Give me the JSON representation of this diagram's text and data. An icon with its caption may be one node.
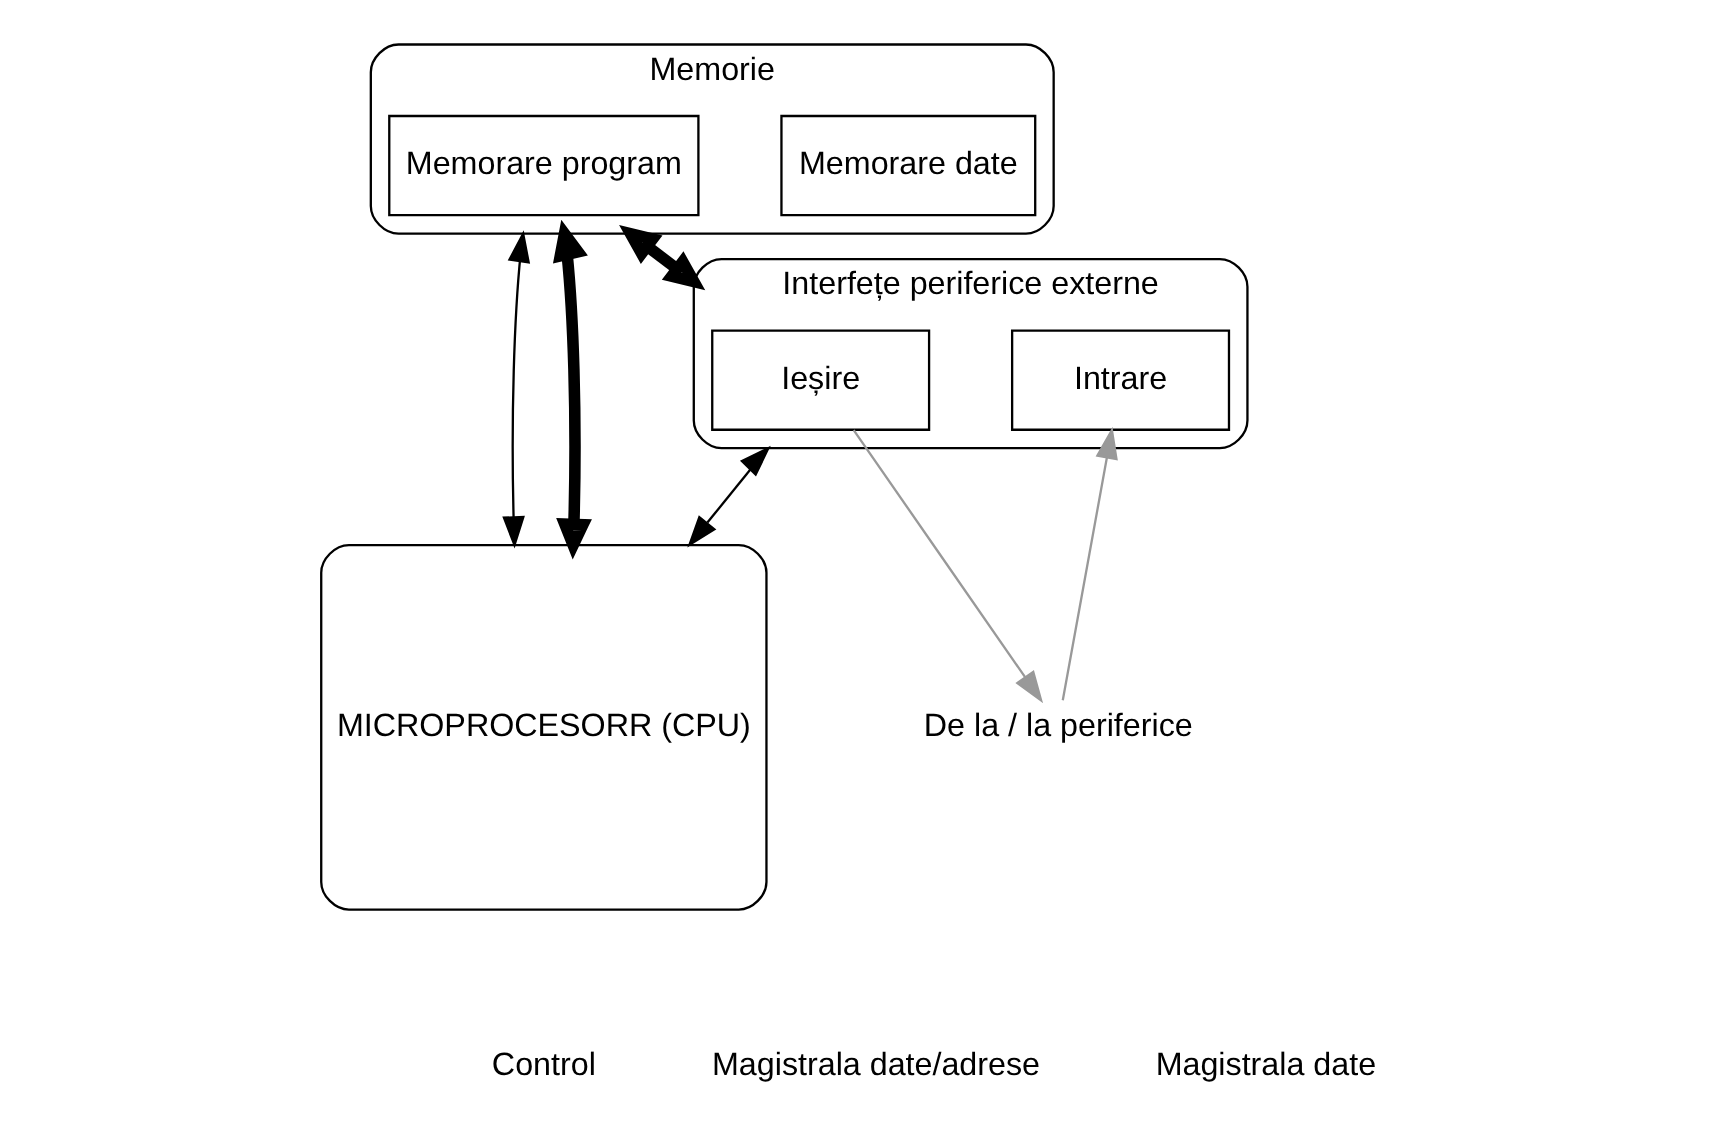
{
  "diagram": {
    "nodes": [
      {
        "text": [
          "Memorie"
        ]
      },
      {
        "text": [
          "Memorare program"
        ],
        "in": 0
      },
      {
        "text": [
          "Memorare date"
        ],
        "in": 0
      },
      {
        "text": [
          "MICROPROCESORR (CPU)"
        ]
      },
      {
        "text": [
          "Interfețe periferice externe"
        ]
      },
      {
        "text": [
          "Ieșire"
        ],
        "in": 4
      },
      {
        "text": [
          "Intrare"
        ],
        "in": 4
      },
      {
        "text": [
          "De la / la periferice"
        ]
      }
    ],
    "edges": [
      {
        "from": 0,
        "to": 3,
        "arrow": "both"
      },
      {
        "from": 0,
        "to": 3,
        "arrow": "both",
        "style": "thick"
      },
      {
        "from": 0,
        "to": 4,
        "arrow": "both",
        "style": "thick"
      },
      {
        "from": 4,
        "to": 3,
        "arrow": "both"
      },
      {
        "from": 5,
        "to": 7,
        "arrow": "to",
        "color": "#999999"
      },
      {
        "from": 7,
        "to": 6,
        "arrow": "to",
        "color": "#999999"
      }
    ],
    "legend": [
      {
        "text": "Control"
      },
      {
        "text": "Magistrala date/adrese"
      },
      {
        "text": "Magistrala date"
      }
    ]
  }
}
